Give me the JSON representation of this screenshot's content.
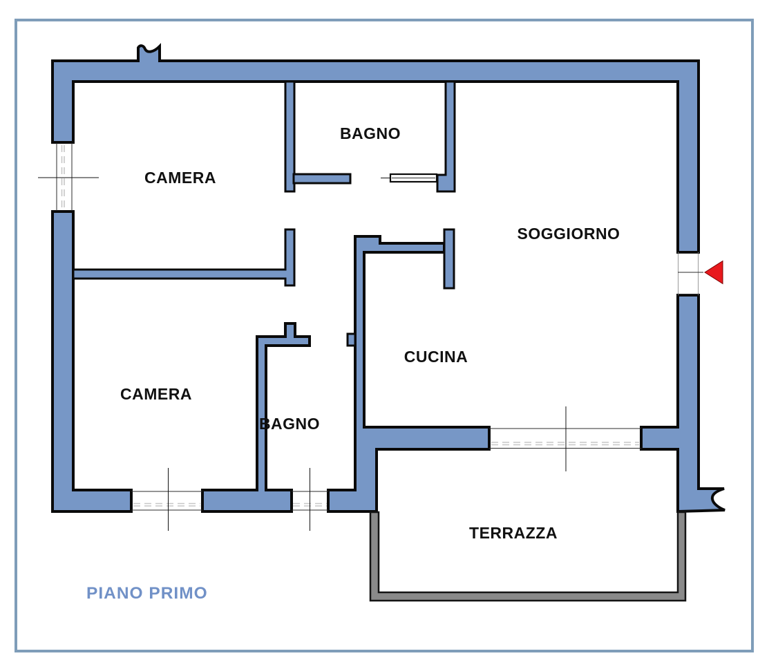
{
  "plan": {
    "floor_label": "PIANO PRIMO",
    "rooms": [
      {
        "label": "CAMERA"
      },
      {
        "label": "BAGNO"
      },
      {
        "label": "SOGGIORNO"
      },
      {
        "label": "CUCINA"
      },
      {
        "label": "CAMERA"
      },
      {
        "label": "BAGNO"
      },
      {
        "label": "TERRAZZA"
      }
    ],
    "colors": {
      "wall_fill": "#7797c6",
      "wall_outline": "#0a0a0a",
      "terrace_wall_fill": "#8a8a8a",
      "entrance_arrow": "#e8191d",
      "room_label_color": "#111111",
      "floor_label_color": "#7191c7",
      "border_color": "#7f9db9"
    }
  }
}
